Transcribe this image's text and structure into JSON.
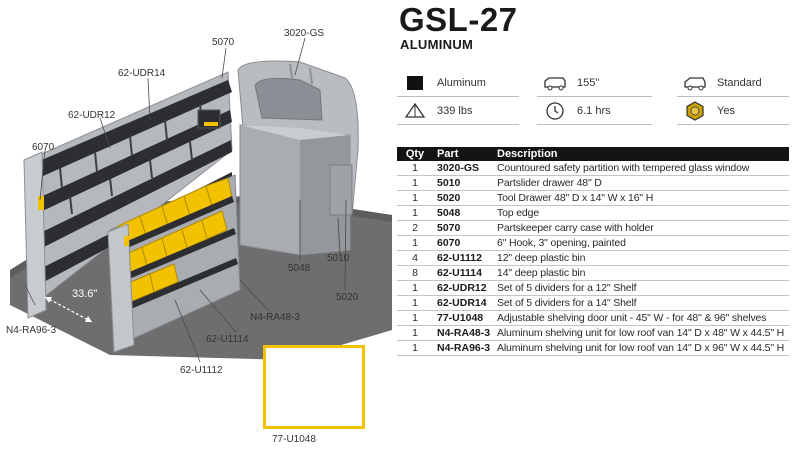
{
  "product": {
    "title": "GSL-27",
    "material": "ALUMINUM"
  },
  "specs": [
    {
      "icon": "material-swatch-icon",
      "value": "Aluminum"
    },
    {
      "icon": "van-length-icon",
      "value": "155\""
    },
    {
      "icon": "van-roof-icon",
      "value": "Standard"
    },
    {
      "icon": "weight-icon",
      "value": "339 lbs"
    },
    {
      "icon": "install-time-icon",
      "value": "6.1 hrs"
    },
    {
      "icon": "bolt-hex-icon",
      "value": "Yes"
    }
  ],
  "callouts": {
    "partition": "3020-GS",
    "carry_case": "5070",
    "dividers_14": "62-UDR14",
    "dividers_12": "62-UDR12",
    "hook": "6070",
    "top_edge": "5048",
    "partslider": "5010",
    "tool_drawer": "5020",
    "dimension": "33.6\"",
    "unit_96": "N4-RA96-3",
    "unit_48": "N4-RA48-3",
    "bin_14": "62-U1114",
    "bin_12": "62-U1112",
    "door_unit": "77-U1048"
  },
  "colors": {
    "bin_yellow": "#f2c200",
    "header_black": "#141414",
    "floor_gray": "#6e6e6e"
  },
  "table": {
    "headers": {
      "qty": "Qty",
      "part": "Part",
      "description": "Description"
    },
    "rows": [
      {
        "qty": "1",
        "part": "3020-GS",
        "description": "Countoured safety partition with tempered glass window"
      },
      {
        "qty": "1",
        "part": "5010",
        "description": "Partslider drawer 48\" D"
      },
      {
        "qty": "1",
        "part": "5020",
        "description": "Tool Drawer 48\" D x 14\" W x 16\" H"
      },
      {
        "qty": "1",
        "part": "5048",
        "description": "Top edge"
      },
      {
        "qty": "2",
        "part": "5070",
        "description": "Partskeeper carry case with holder"
      },
      {
        "qty": "1",
        "part": "6070",
        "description": "6\" Hook, 3\" opening, painted"
      },
      {
        "qty": "4",
        "part": "62-U1112",
        "description": "12\" deep plastic bin"
      },
      {
        "qty": "8",
        "part": "62-U1114",
        "description": "14\" deep plastic bin"
      },
      {
        "qty": "1",
        "part": "62-UDR12",
        "description": "Set of 5 dividers for a 12\" Shelf"
      },
      {
        "qty": "1",
        "part": "62-UDR14",
        "description": "Set of 5 dividers for a 14\" Shelf"
      },
      {
        "qty": "1",
        "part": "77-U1048",
        "description": "Adjustable shelving door unit - 45\" W - for 48\" & 96\" shelves"
      },
      {
        "qty": "1",
        "part": "N4-RA48-3",
        "description": "Aluminum shelving unit for low roof van 14\" D x 48\" W x 44.5\" H"
      },
      {
        "qty": "1",
        "part": "N4-RA96-3",
        "description": "Aluminum shelving unit for low roof van 14\" D x 96\" W x 44.5\" H"
      }
    ]
  }
}
